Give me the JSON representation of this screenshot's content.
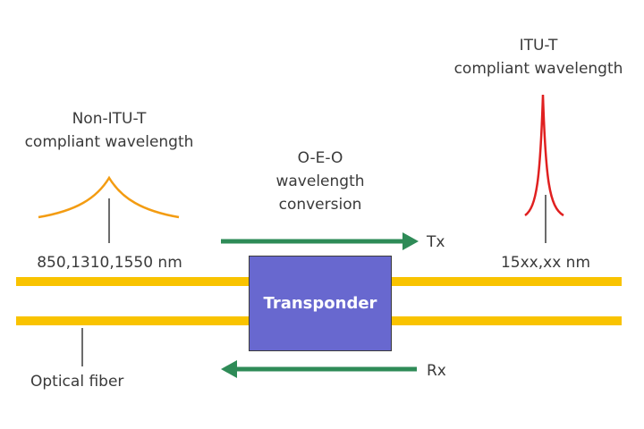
{
  "labels": {
    "non_itu_line1": "Non-ITU-T",
    "non_itu_line2": "compliant wavelength",
    "itu_line1": "ITU-T",
    "itu_line2": "compliant wavelength",
    "oeo_line1": "O-E-O",
    "oeo_line2": "wavelength",
    "oeo_line3": "conversion",
    "client_wavelengths": "850,1310,1550 nm",
    "line_wavelength": "15xx,xx nm",
    "tx": "Tx",
    "rx": "Rx",
    "transponder": "Transponder",
    "optical_fiber": "Optical fiber"
  },
  "colors": {
    "fiber": "#f9c300",
    "transponder": "#6868cf",
    "arrow": "#2e8b57",
    "non_itu_spectrum": "#f39c12",
    "itu_spectrum": "#e02020",
    "text": "#3a3a3a"
  }
}
